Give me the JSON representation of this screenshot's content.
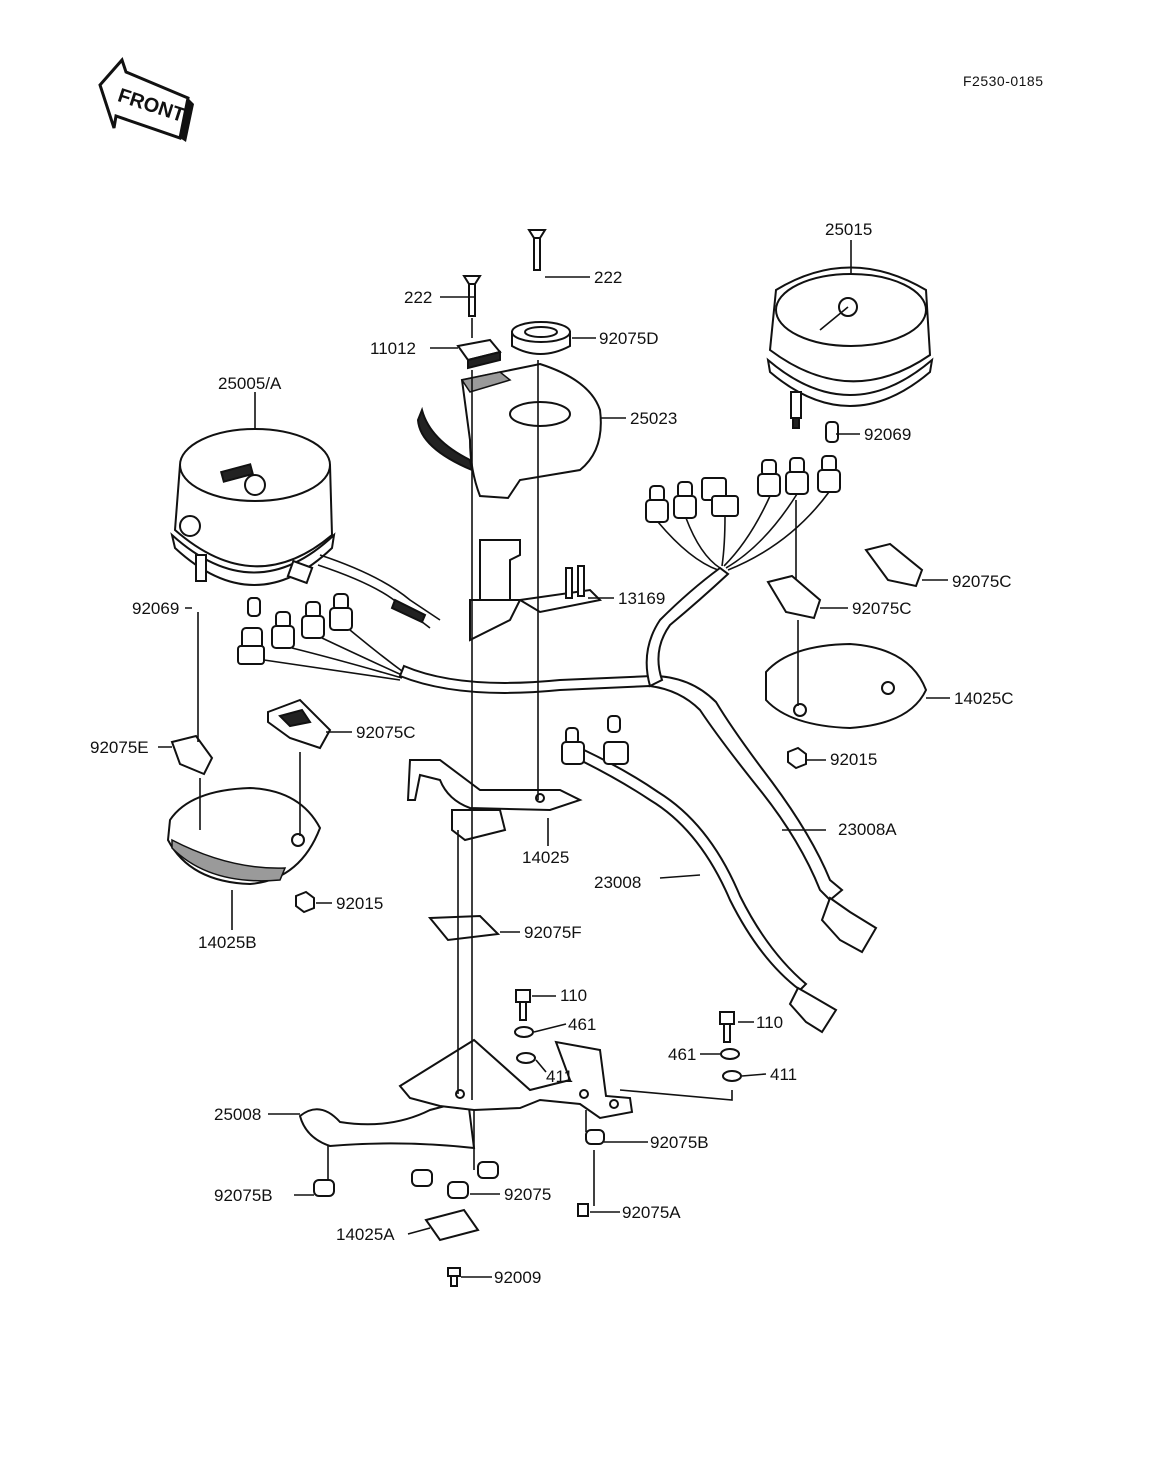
{
  "diagram_code": "F2530-0185",
  "front_label": "FRONT",
  "parts": {
    "p25015": "25015",
    "p222_right": "222",
    "p222_left": "222",
    "p92075D": "92075D",
    "p11012": "11012",
    "p25005A": "25005/A",
    "p25023": "25023",
    "p92069_right": "92069",
    "p92069_left": "92069",
    "p13169": "13169",
    "p92075C_far_right": "92075C",
    "p92075C_right": "92075C",
    "p14025C": "14025C",
    "p92075C_left": "92075C",
    "p92075E": "92075E",
    "p92015_right": "92015",
    "p23008A": "23008A",
    "p14025": "14025",
    "p23008": "23008",
    "p92015_left": "92015",
    "p14025B": "14025B",
    "p92075F": "92075F",
    "p110_left": "110",
    "p461_left": "461",
    "p110_right": "110",
    "p461_right": "461",
    "p411_left": "411",
    "p411_right": "411",
    "p25008": "25008",
    "p92075B_right": "92075B",
    "p92075B_left": "92075B",
    "p92075": "92075",
    "p92075A": "92075A",
    "p14025A": "14025A",
    "p92009": "92009"
  }
}
